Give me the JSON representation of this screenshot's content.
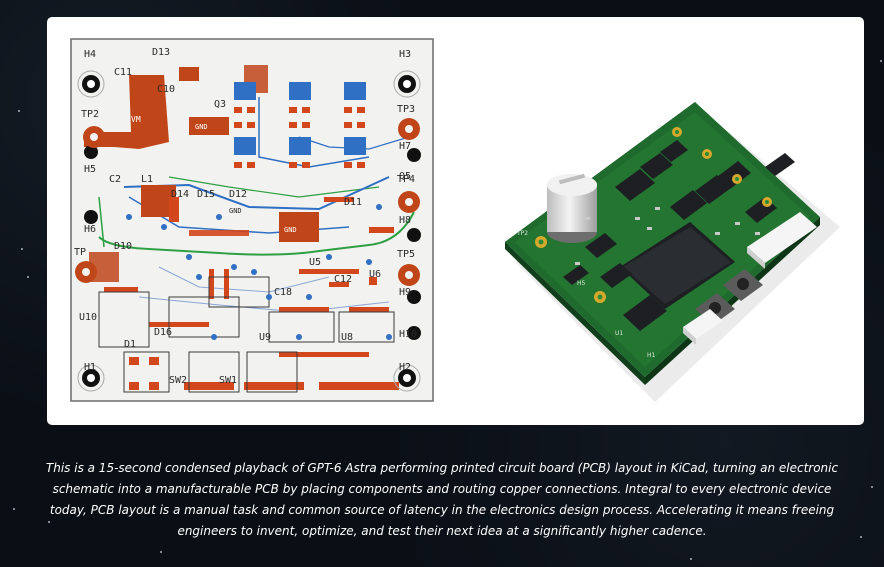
{
  "caption": "This is a 15-second condensed playback of GPT-6 Astra performing printed circuit board (PCB) layout in KiCad, turning an electronic schematic into a manufacturable PCB by placing components and routing copper connections. Integral to every electronic device today, PCB layout is a manual task and common source of latency in the electronics design process. Accelerating it means freeing engineers to invent, optimize, and test their next idea at a significantly higher cadence.",
  "pcb_layout": {
    "labels": [
      "H4",
      "D13",
      "H3",
      "C11",
      "C10",
      "VM",
      "TP2",
      "H5",
      "TP3",
      "H7",
      "Q3",
      "GND",
      "GND",
      "Q5",
      "C2",
      "L1",
      "TP4",
      "D14",
      "D15",
      "D12",
      "D11",
      "H8",
      "H6",
      "D10",
      "GND",
      "TP",
      "TP5",
      "D16",
      "U5",
      "C18",
      "C12",
      "U6",
      "H9",
      "U10",
      "D1",
      "U9",
      "U8",
      "H10",
      "SW2",
      "SW1",
      "H1",
      "H2"
    ],
    "colors": {
      "board": "#f2f2f0",
      "copper": "#c0461a",
      "pad": "#d2471c",
      "blue": "#2f6fc4",
      "green": "#2ea043",
      "silk": "#2a2a2a"
    }
  },
  "pcb_3d": {
    "labels": [
      "TP2",
      "H5",
      "U1",
      "H1"
    ],
    "colors": {
      "board": "#1f6b2d",
      "mask": "#2c8a3a",
      "gold": "#d6a92c",
      "chip": "#1d1f22"
    }
  }
}
